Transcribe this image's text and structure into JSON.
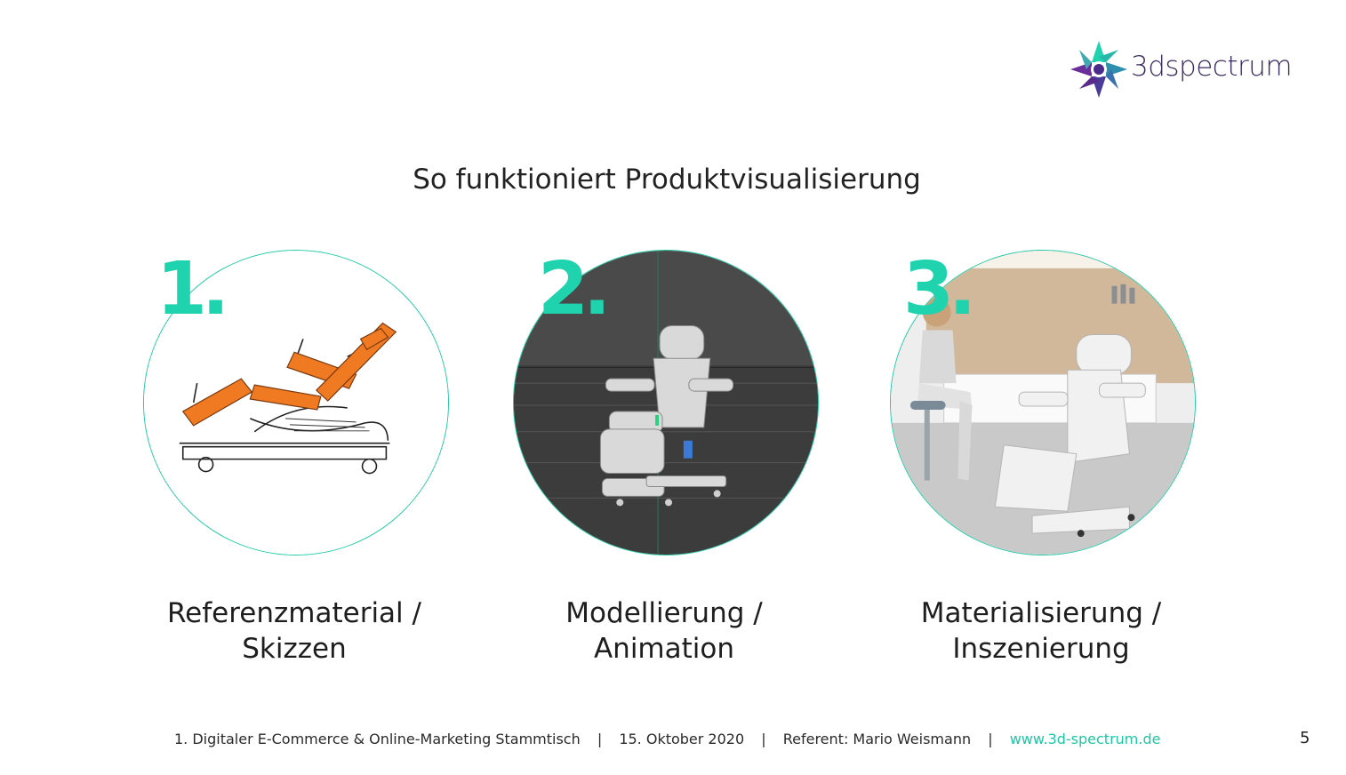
{
  "brand": {
    "name": "3dspectrum",
    "colors": {
      "accent": "#1ed3ae",
      "purple": "#4a2a8a",
      "dark": "#3a2a5e"
    }
  },
  "slide": {
    "title": "So funktioniert Produktvisualisierung",
    "page_number": "5"
  },
  "steps": [
    {
      "number": "1.",
      "line1": "Referenzmaterial /",
      "line2": "Skizzen",
      "image": "sketch-of-treatment-chair"
    },
    {
      "number": "2.",
      "line1": "Modellierung /",
      "line2": "Animation",
      "image": "3d-model-viewport"
    },
    {
      "number": "3.",
      "line1": "Materialisierung /",
      "line2": "Inszenierung",
      "image": "rendered-scene-with-woman"
    }
  ],
  "footer": {
    "event": "1. Digitaler E-Commerce & Online-Marketing Stammtisch",
    "date": "15. Oktober 2020",
    "speaker": "Referent: Mario Weismann",
    "url": "www.3d-spectrum.de",
    "separator": "|"
  }
}
